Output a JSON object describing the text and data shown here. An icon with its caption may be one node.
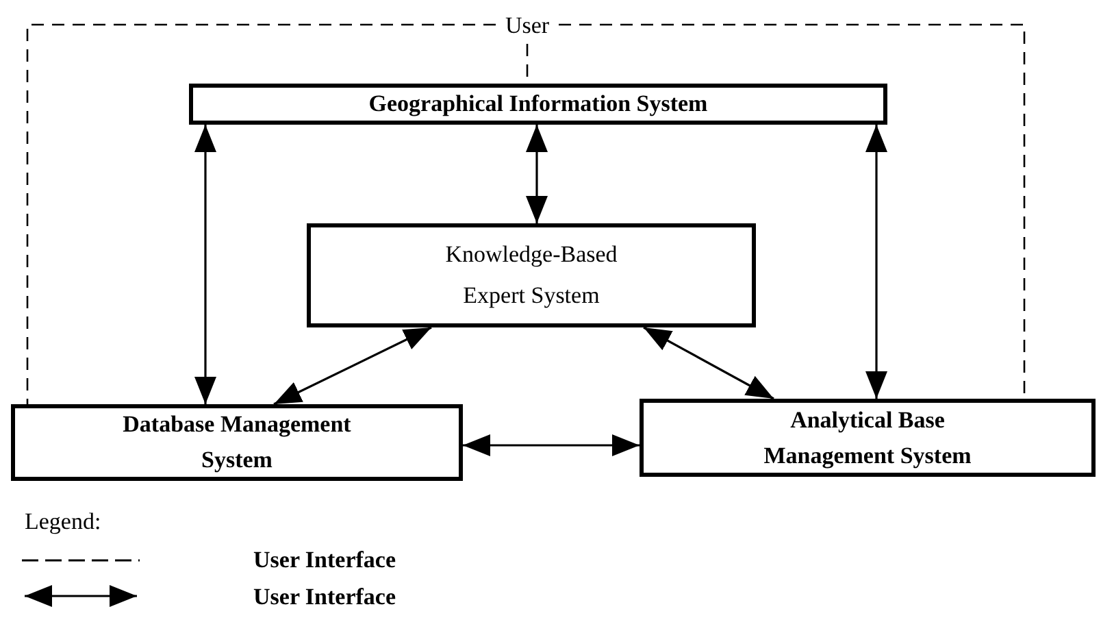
{
  "diagram": {
    "nodes": [
      {
        "text": [
          "User"
        ]
      },
      {
        "text": [
          "Geographical Information System"
        ]
      },
      {
        "text": [
          "Knowledge-Based Expert System"
        ]
      },
      {
        "text": [
          "Database Management System"
        ]
      },
      {
        "text": [
          "Analytical Base Management System"
        ]
      }
    ],
    "edges": [
      {
        "from": 0,
        "to": 1,
        "arrow": "none",
        "style": "dashed"
      },
      {
        "from": 0,
        "to": 3,
        "arrow": "none",
        "style": "dashed"
      },
      {
        "from": 0,
        "to": 4,
        "arrow": "none",
        "style": "dashed"
      },
      {
        "from": 1,
        "to": 3,
        "arrow": "both"
      },
      {
        "from": 1,
        "to": 2,
        "arrow": "both"
      },
      {
        "from": 1,
        "to": 4,
        "arrow": "both"
      },
      {
        "from": 2,
        "to": 3,
        "arrow": "both"
      },
      {
        "from": 2,
        "to": 4,
        "arrow": "both"
      },
      {
        "from": 3,
        "to": 4,
        "arrow": "both"
      }
    ],
    "labels": [
      "Legend:"
    ],
    "legend": [
      {
        "text": "User Interface"
      },
      {
        "text": "User Interface"
      }
    ]
  }
}
